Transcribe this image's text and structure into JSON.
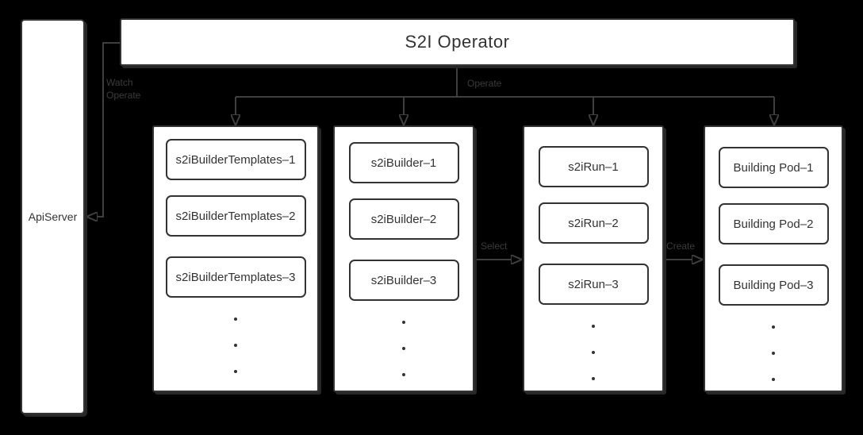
{
  "colors": {
    "background": "#000000",
    "node_fill": "#ffffff",
    "node_border": "#333333",
    "node_text": "#333333",
    "connector_line": "#3f3f3f",
    "edge_label_text": "#3c3c3c"
  },
  "apiserver": {
    "label": "ApiServer"
  },
  "operator": {
    "title": "S2I Operator"
  },
  "edges": {
    "watch_operate": "Watch Operate",
    "operate": "Operate",
    "select": "Select",
    "create": "Create"
  },
  "columns": [
    {
      "id": "s2i-builder-templates",
      "items": [
        "s2iBuilderTemplates–1",
        "s2iBuilderTemplates–2",
        "s2iBuilderTemplates–3"
      ]
    },
    {
      "id": "s2i-builder",
      "items": [
        "s2iBuilder–1",
        "s2iBuilder–2",
        "s2iBuilder–3"
      ]
    },
    {
      "id": "s2i-run",
      "items": [
        "s2iRun–1",
        "s2iRun–2",
        "s2iRun–3"
      ]
    },
    {
      "id": "building-pod",
      "items": [
        "Building Pod–1",
        "Building Pod–2",
        "Building Pod–3"
      ]
    }
  ]
}
